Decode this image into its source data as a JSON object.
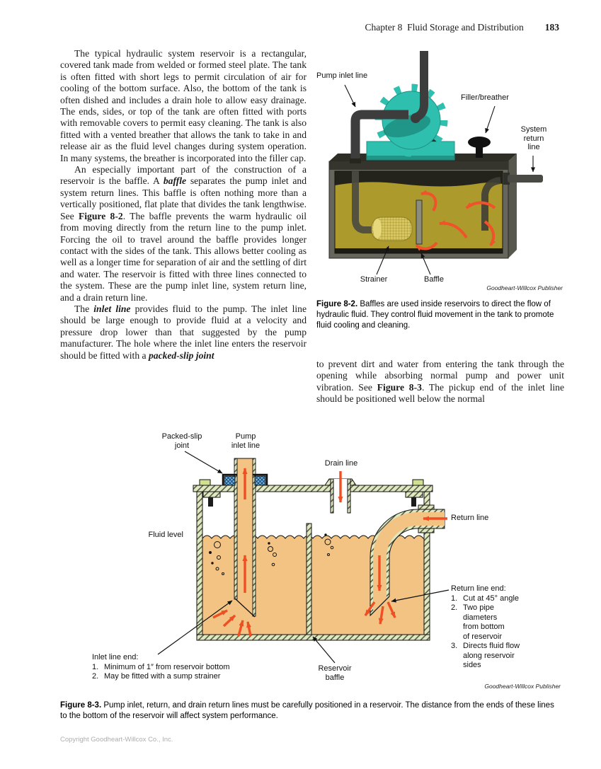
{
  "header": {
    "chapter": "Chapter 8  Fluid Storage and Distribution",
    "page_number": "183"
  },
  "body": {
    "p1": "The typical hydraulic system reservoir is a rectangular, covered tank made from welded or formed steel plate. The tank is often fitted with short legs to permit circulation of air for cooling of the bottom surface. Also, the bottom of the tank is often dished and includes a drain hole to allow easy drainage. The ends, sides, or top of the tank are often fitted with ports with removable covers to permit easy cleaning. The tank is also fitted with a vented breather that allows the tank to take in and release air as the fluid level changes during system operation. In many systems, the breather is incorporated into the filler cap.",
    "p2_s1": "An especially important part of the construction of a reservoir is the baffle. A ",
    "p2_em": "baffle",
    "p2_s2": " separates the pump inlet and system return lines. This baffle is often nothing more than a vertically positioned, flat plate that divides the tank lengthwise. See ",
    "p2_b": "Figure 8-2",
    "p2_s3": ". The baffle prevents the warm hydraulic oil from moving directly from the return line to the pump inlet. Forcing the oil to travel around the baffle provides longer contact with the sides of the tank. This allows better cooling as well as a longer time for separation of air and the settling of dirt and water. The reservoir is fitted with three lines connected to the system. These are the pump inlet line, system return line, and a drain return line.",
    "p3_s1": "The ",
    "p3_em1": "inlet line",
    "p3_s2": " provides fluid to the pump. The inlet line should be large enough to provide fluid at a velocity and pressure drop lower than that suggested by the pump manufacturer. The hole where the inlet line enters the reservoir should be fitted with a ",
    "p3_em2": "packed-slip joint",
    "pcont_s1": "to prevent dirt and water from entering the tank through the opening while absorbing normal pump and power unit vibration. See ",
    "pcont_b": "Figure 8-3",
    "pcont_s2": ". The pickup end of the inlet line should be positioned well below the normal"
  },
  "figure2": {
    "labels": {
      "pump_inlet": "Pump inlet line",
      "filler": "Filler/breather",
      "system_return_l1": "System",
      "system_return_l2": "return",
      "system_return_l3": "line",
      "strainer": "Strainer",
      "baffle": "Baffle"
    },
    "credit": "Goodheart-Willcox Publisher",
    "caption_label": "Figure 8-2.",
    "caption_text": "Baffles are used inside reservoirs to direct the flow of hydraulic fluid. They control fluid movement in the tank to promote fluid cooling and cleaning."
  },
  "figure3": {
    "labels": {
      "packed_slip_l1": "Packed-slip",
      "packed_slip_l2": "joint",
      "pump_inlet_l1": "Pump",
      "pump_inlet_l2": "inlet line",
      "drain": "Drain line",
      "fluid_level": "Fluid level",
      "return_line": "Return line",
      "reservoir_l1": "Reservoir",
      "reservoir_l2": "baffle"
    },
    "inlet_end": {
      "title": "Inlet line end:",
      "item1_num": "1.",
      "item1": "Minimum of 1″ from reservoir bottom",
      "item2_num": "2.",
      "item2": "May be fitted with a sump strainer"
    },
    "return_end": {
      "title": "Return line end:",
      "item1_num": "1.",
      "item1": "Cut at 45° angle",
      "item2_num": "2.",
      "item2_l1": "Two pipe",
      "item2_l2": "diameters",
      "item2_l3": "from bottom",
      "item2_l4": "of reservoir",
      "item3_num": "3.",
      "item3_l1": "Directs fluid flow",
      "item3_l2": "along reservoir",
      "item3_l3": "sides"
    },
    "credit": "Goodheart-Willcox Publisher",
    "caption_label": "Figure 8-3.",
    "caption_text": "Pump inlet, return, and drain return lines must be carefully positioned in a reservoir. The distance from the ends of these lines to the bottom of the reservoir will affect system performance."
  },
  "footer": {
    "copyright": "Copyright Goodheart-Willcox Co., Inc."
  },
  "colors": {
    "arrow_orange": "#f04e23",
    "fluid_tan": "#f2c383",
    "fluid_olive": "#ac9a2c",
    "pump_teal": "#2fbfae",
    "wall_green": "#dfe9c0",
    "packing_blue": "#72b3e4"
  }
}
